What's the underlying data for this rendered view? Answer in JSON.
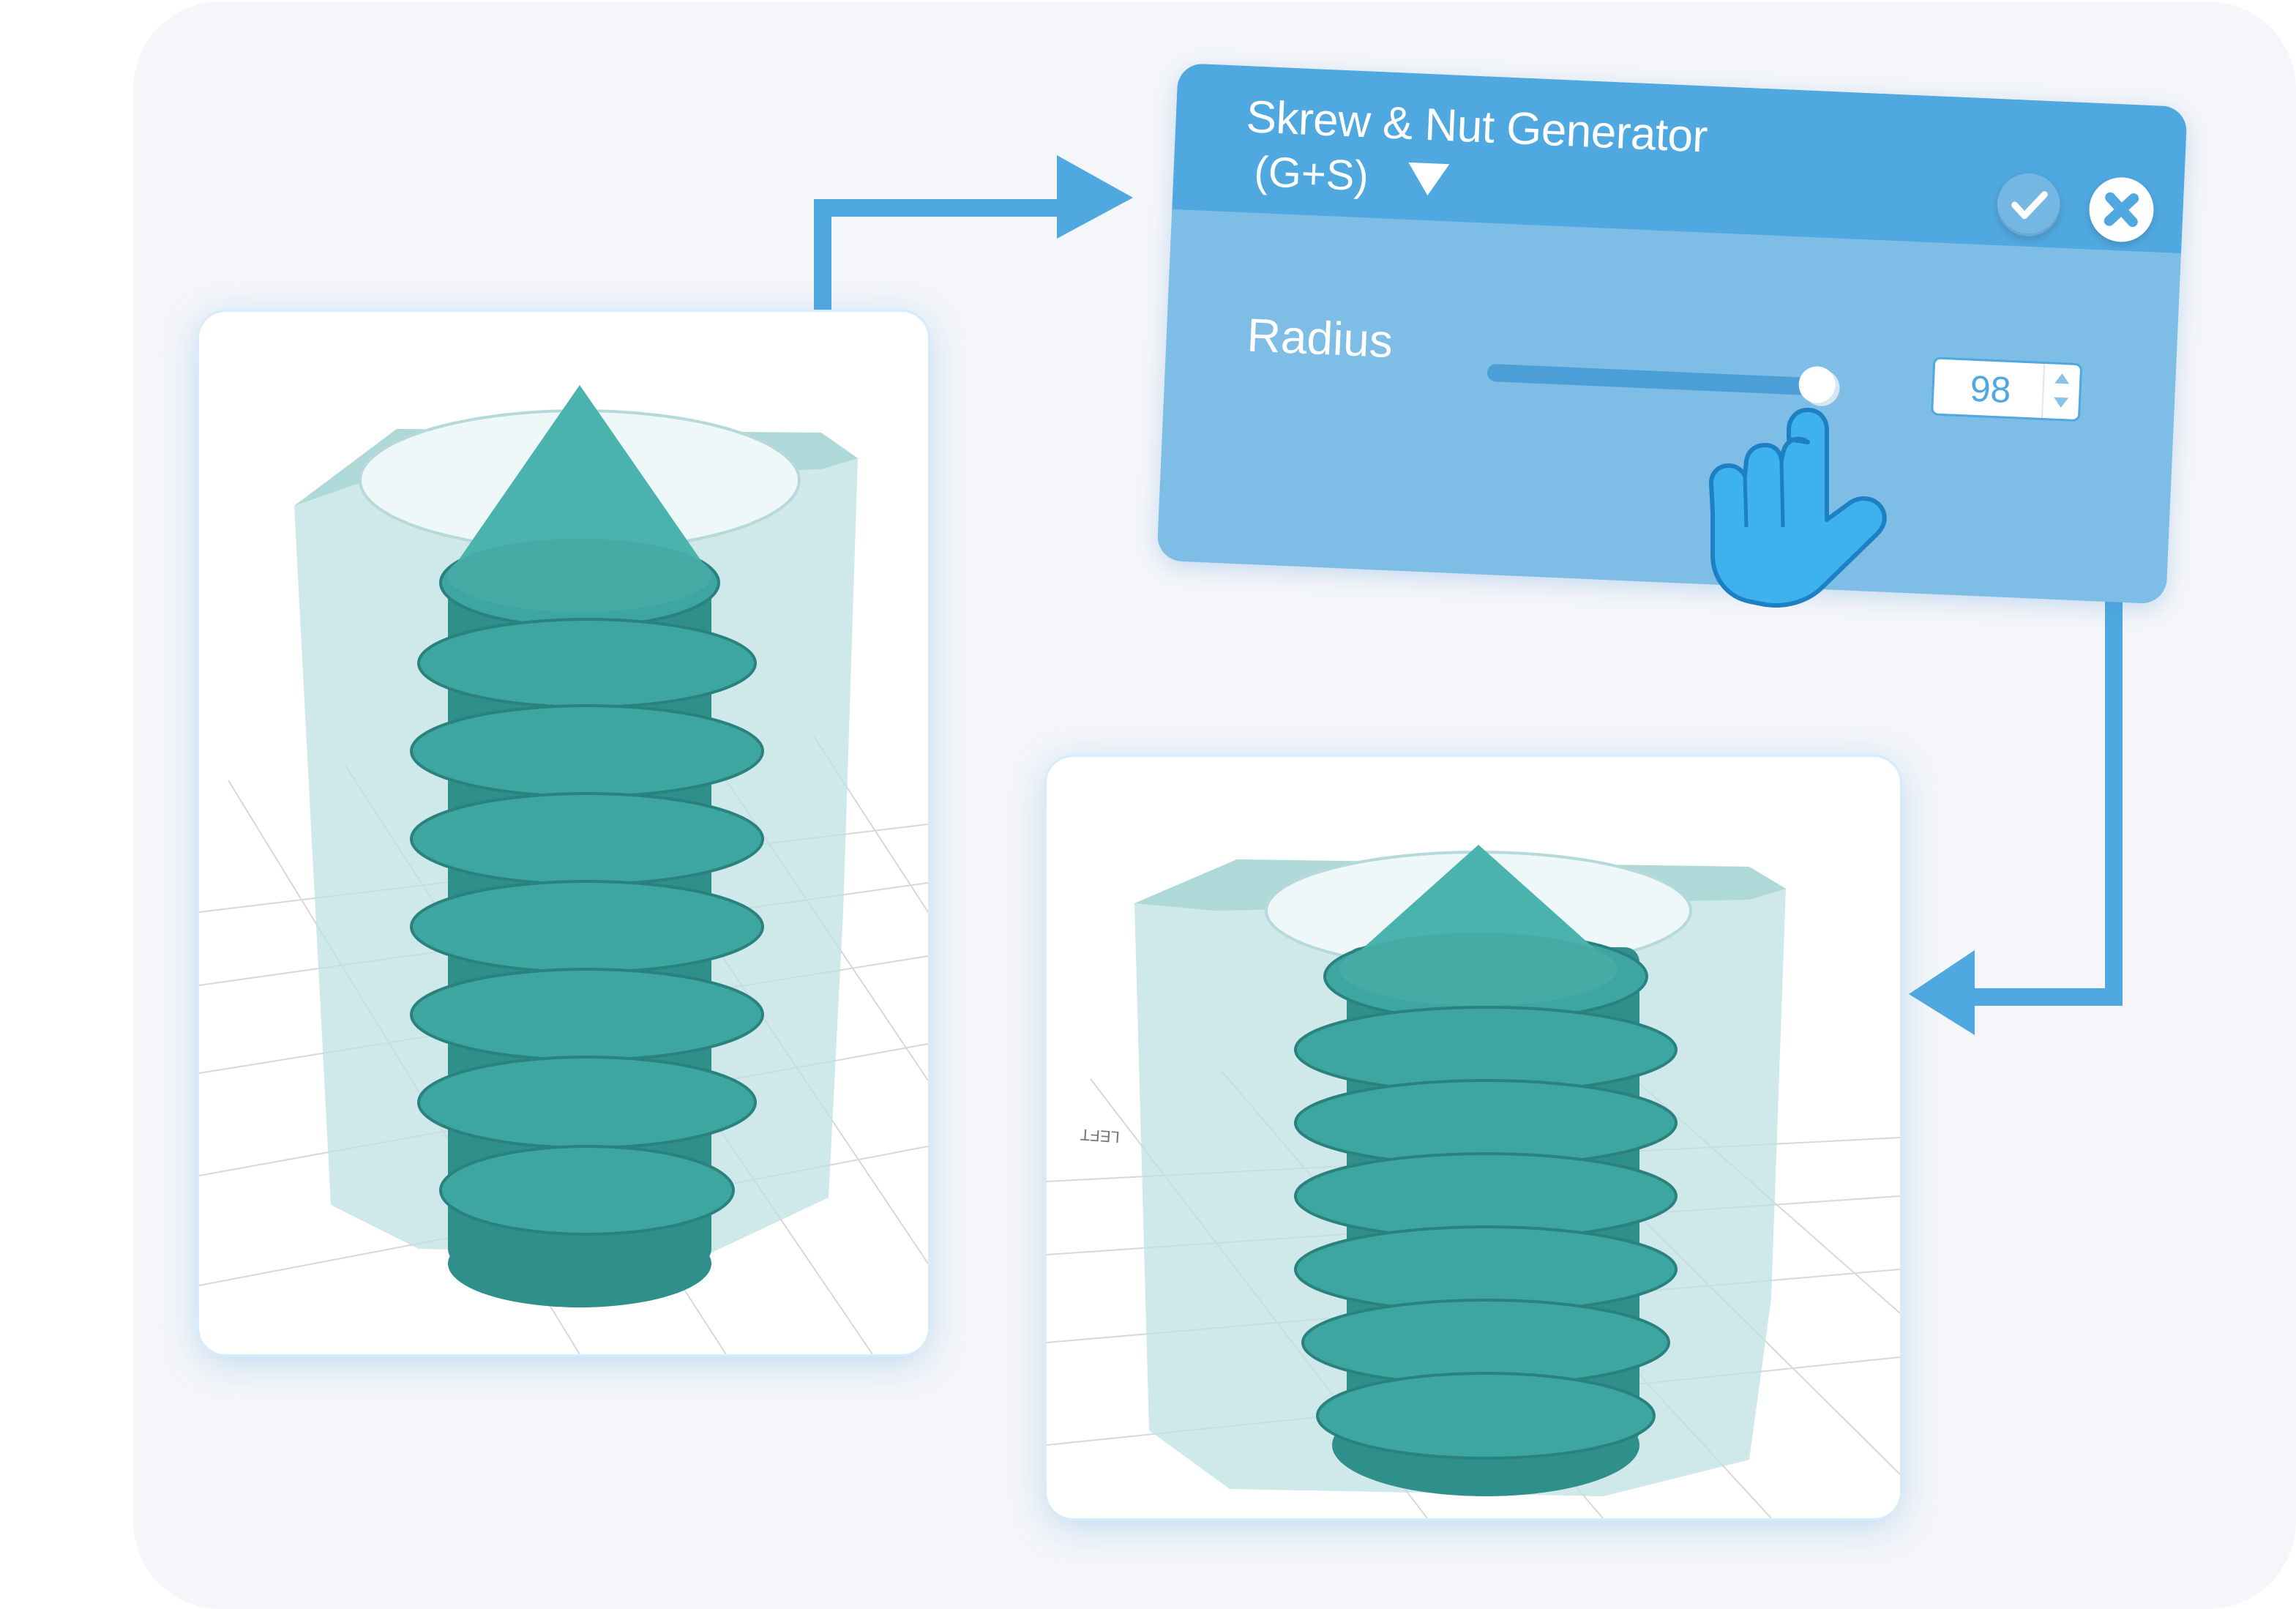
{
  "dialog": {
    "title": "Skrew & Nut Generator",
    "shortcut": "(G+S)",
    "dropdown_icon": "caret-down",
    "confirm_icon": "checkmark",
    "close_icon": "x-mark",
    "radius_label": "Radius",
    "radius_value": "98",
    "radius_slider_fraction": 0.98
  },
  "viewport_after": {
    "view_label": "LEFT"
  },
  "icons": {
    "pointer": "hand-pointer-icon",
    "flow_arrow": "arrow-right-icon"
  },
  "colors": {
    "accent": "#4fa8df",
    "dialog_body": "#7dbde6",
    "model_teal": "#3fa7a3",
    "hand": "#3db2ec"
  }
}
